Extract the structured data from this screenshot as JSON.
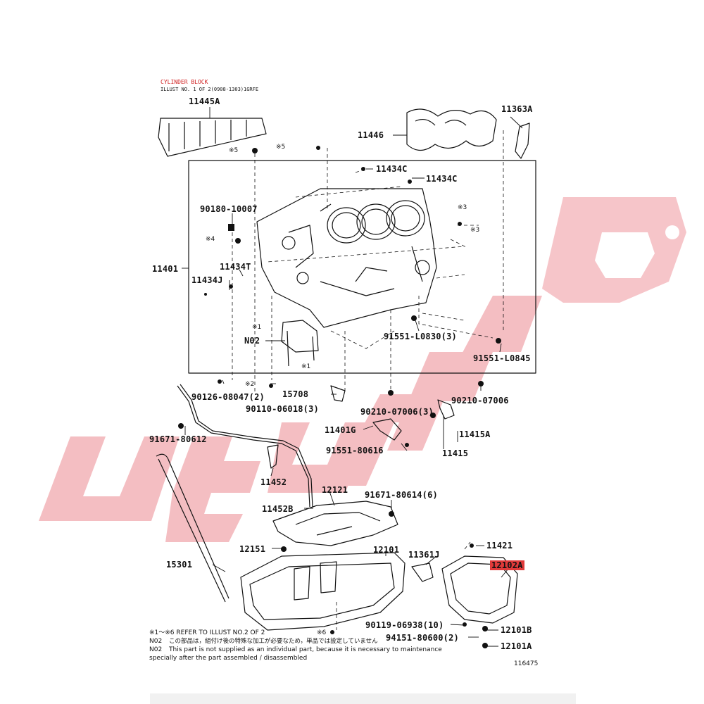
{
  "header": {
    "title": "CYLINDER BLOCK",
    "subtitle": "ILLUST NO. 1 OF 2(0908-1303)1GRFE"
  },
  "parts": [
    {
      "id": "p1",
      "label": "11445A"
    },
    {
      "id": "p2",
      "label": "11446"
    },
    {
      "id": "p3",
      "label": "11363A"
    },
    {
      "id": "p4",
      "label": "11434C"
    },
    {
      "id": "p5",
      "label": "11434C"
    },
    {
      "id": "p6",
      "label": "90180-10007"
    },
    {
      "id": "p7",
      "label": "11401"
    },
    {
      "id": "p8",
      "label": "11434T"
    },
    {
      "id": "p9",
      "label": "11434J"
    },
    {
      "id": "p10",
      "label": "N02"
    },
    {
      "id": "p11",
      "label": "91551-L0830(3)"
    },
    {
      "id": "p12",
      "label": "91551-L0845"
    },
    {
      "id": "p13",
      "label": "90126-08047(2)"
    },
    {
      "id": "p14",
      "label": "15708"
    },
    {
      "id": "p15",
      "label": "90110-06018(3)"
    },
    {
      "id": "p16",
      "label": "90210-07006(3)"
    },
    {
      "id": "p17",
      "label": "90210-07006"
    },
    {
      "id": "p18",
      "label": "91671-80612"
    },
    {
      "id": "p19",
      "label": "11401G"
    },
    {
      "id": "p20",
      "label": "11415A"
    },
    {
      "id": "p21",
      "label": "91551-80616"
    },
    {
      "id": "p22",
      "label": "11415"
    },
    {
      "id": "p23",
      "label": "11452"
    },
    {
      "id": "p24",
      "label": "12121"
    },
    {
      "id": "p25",
      "label": "91671-80614(6)"
    },
    {
      "id": "p26",
      "label": "11452B"
    },
    {
      "id": "p27",
      "label": "12151"
    },
    {
      "id": "p28",
      "label": "12101"
    },
    {
      "id": "p29",
      "label": "11361J"
    },
    {
      "id": "p30",
      "label": "11421"
    },
    {
      "id": "p31",
      "label": "15301"
    },
    {
      "id": "p32",
      "label": "12102A"
    },
    {
      "id": "p33",
      "label": "90119-06938(10)"
    },
    {
      "id": "p34",
      "label": "12101B"
    },
    {
      "id": "p35",
      "label": "94151-80600(2)"
    },
    {
      "id": "p36",
      "label": "12101A"
    }
  ],
  "callouts": {
    "c5a": "※5",
    "c5b": "※5",
    "c3a": "※3",
    "c3b": "※3",
    "c4": "※4",
    "c1a": "※1",
    "c1b": "※1",
    "c2": "※2",
    "c6": "※6"
  },
  "notes": {
    "line1": "※1～※6 REFER TO ILLUST NO.2 OF 2",
    "line2_code": "N02",
    "line2": "この部品は，組付け後の特殊な加工が必要なため，単品では設定していません",
    "line3_code": "N02",
    "line3": "This part is not supplied as an individual part, because it is necessary to maintenance",
    "line4": "specially after the part assembled / disassembled",
    "illust_no": "116475"
  },
  "highlight_part": "12102A",
  "colors": {
    "watermark": "#f3b3b8",
    "highlight": "#e03a3a",
    "ink": "#111111"
  }
}
